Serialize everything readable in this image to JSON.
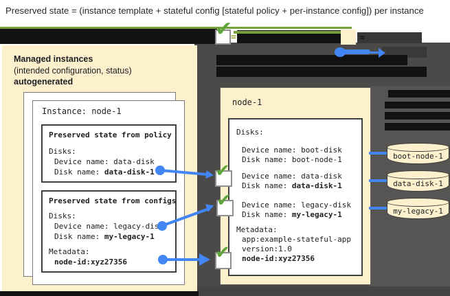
{
  "title": "Preserved state = (instance template + stateful config [stateful policy + per-instance config]) per instance",
  "icons": {
    "check": "✔"
  },
  "legend": {
    "equals_after_check": "=",
    "equals_after_box": "="
  },
  "colors": {
    "beige": "#FCF0CD",
    "canvas": "#4B4A48",
    "canvas_light": "#565553",
    "canvas_bottom": "#454442",
    "redaction": "#121212",
    "blue": "#4285F4",
    "green_check": "#5EA53B",
    "green_line": "#76A13C"
  },
  "managed_panel": {
    "line1": "Managed instances",
    "line2": "(intended configuration, status)",
    "line3": "autogenerated",
    "instance_title": "Instance: node-1",
    "policy_box": {
      "title": "Preserved state from policy",
      "disks_label": "Disks:",
      "device_line": "Device name: data-disk",
      "disk_prefix": "Disk name: ",
      "disk_value": "data-disk-1"
    },
    "configs_box": {
      "title": "Preserved state from configs",
      "disks_label": "Disks:",
      "device_line": "Device name: legacy-disk",
      "disk_prefix": "Disk name: ",
      "disk_value": "my-legacy-1",
      "metadata_label": "Metadata:",
      "metadata_value": "node-id:xyz27356"
    }
  },
  "node_panel": {
    "title": "node-1",
    "disks_label": "Disks:",
    "boot_device": "Device name: boot-disk",
    "boot_disk": "Disk name: boot-node-1",
    "data_device": "Device name: data-disk",
    "data_disk_prefix": "Disk name: ",
    "data_disk_value": "data-disk-1",
    "legacy_device": "Device name: legacy-disk",
    "legacy_disk_prefix": "Disk name: ",
    "legacy_disk_value": "my-legacy-1",
    "metadata_label": "Metadata:",
    "metadata_app": "app:example-stateful-app",
    "metadata_version": "version:1.0",
    "metadata_node_id": "node-id:xyz27356"
  },
  "disks": [
    {
      "label": "boot-node-1"
    },
    {
      "label": "data-disk-1"
    },
    {
      "label": "my-legacy-1"
    }
  ]
}
